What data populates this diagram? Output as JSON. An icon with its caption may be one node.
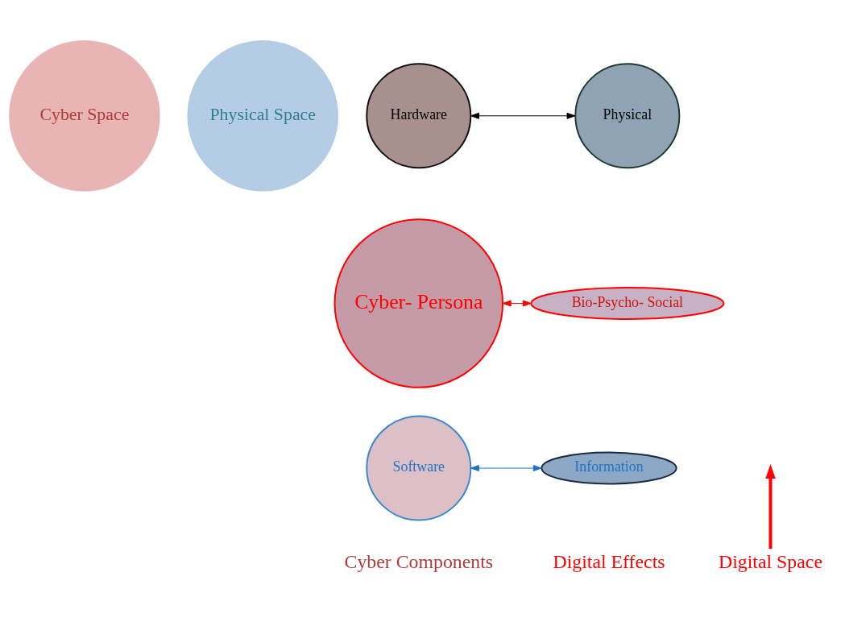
{
  "diagram": {
    "nodes": [
      {
        "text": [
          "Cyber Space"
        ]
      },
      {
        "text": [
          "Physical Space"
        ]
      },
      {
        "text": [
          "Hardware"
        ]
      },
      {
        "text": [
          "Physical"
        ]
      },
      {
        "text": [
          "Cyber- Persona"
        ]
      },
      {
        "text": [
          "Bio-Psycho- Social"
        ]
      },
      {
        "text": [
          "Software"
        ]
      },
      {
        "text": [
          "Information"
        ]
      },
      {
        "text": [
          "Digital Space"
        ]
      }
    ],
    "edges": [
      {
        "from": 2,
        "to": 3,
        "arrow": "both",
        "color": "#000000"
      },
      {
        "from": 4,
        "to": 5,
        "arrow": "both",
        "color": "#ff0000"
      },
      {
        "from": 6,
        "to": 7,
        "arrow": "both",
        "color": "#1e73c8"
      },
      {
        "from": 8,
        "to": null,
        "arrow": "to",
        "style": "thick",
        "color": "#ff0000"
      }
    ],
    "labels": [
      "Cyber Components",
      "Digital Effects"
    ]
  }
}
